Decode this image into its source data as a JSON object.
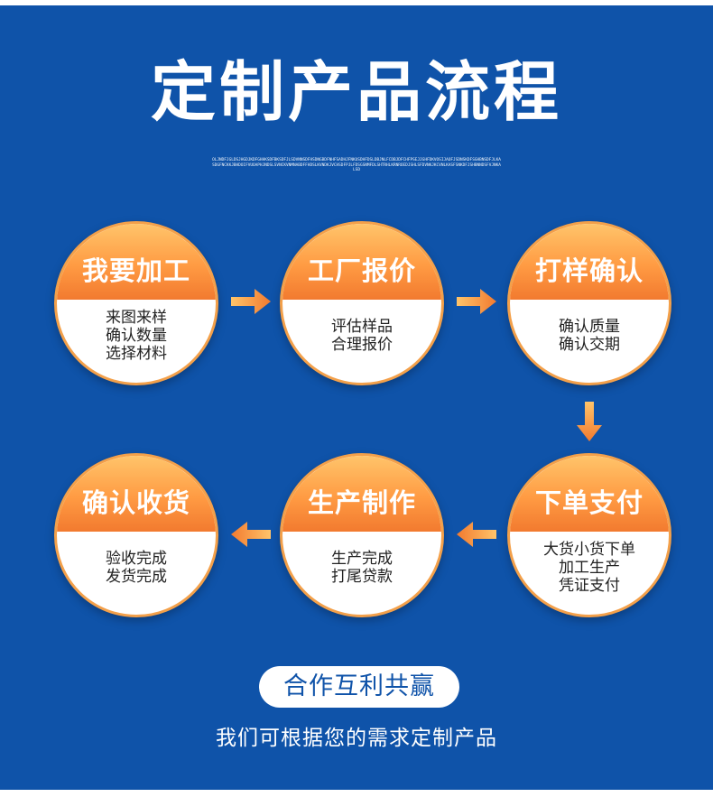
{
  "header": {
    "title": "定制产品流程",
    "subtitle": "OLJNDFJGLDSJHGDJKDFGHHKSDFBKSDFJLSDVNNSDFHSDNGBDFNHFSADHJFNKUSDHFDSLDBJNLFCDBJDFCHFPSEJJGHFDKVOSIJAOFJSDNSKDFSGHBNSDFJLKASDGFNCKKJBHDOIFVUOAPHJNDSLSVNCKVNMNABDFFHDSLKVNDKJVCHSDFPJLFDSGSNMFDLSHTRHLKRNROEDJSHLSFDVNKJKCVNLKASFSNKDFJSHBNNDSFVJNKALSD"
  },
  "steps": [
    {
      "title": "我要加工",
      "lines": [
        "来图来样",
        "确认数量",
        "选择材料"
      ]
    },
    {
      "title": "工厂报价",
      "lines": [
        "评估样品",
        "合理报价"
      ]
    },
    {
      "title": "打样确认",
      "lines": [
        "确认质量",
        "确认交期"
      ]
    },
    {
      "title": "下单支付",
      "lines": [
        "大货小货下单",
        "加工生产",
        "凭证支付"
      ]
    },
    {
      "title": "生产制作",
      "lines": [
        "生产完成",
        "打尾贷款"
      ]
    },
    {
      "title": "确认收货",
      "lines": [
        "验收完成",
        "发货完成"
      ]
    }
  ],
  "footer": {
    "pill": "合作互利共赢",
    "note": "我们可根据您的需求定制产品"
  },
  "colors": {
    "background": "#0f53a9",
    "accent_orange": "#ff9b43",
    "white": "#ffffff"
  },
  "icons": {
    "arrow_right": "arrow-right-icon",
    "arrow_down": "arrow-down-icon",
    "arrow_left": "arrow-left-icon"
  }
}
